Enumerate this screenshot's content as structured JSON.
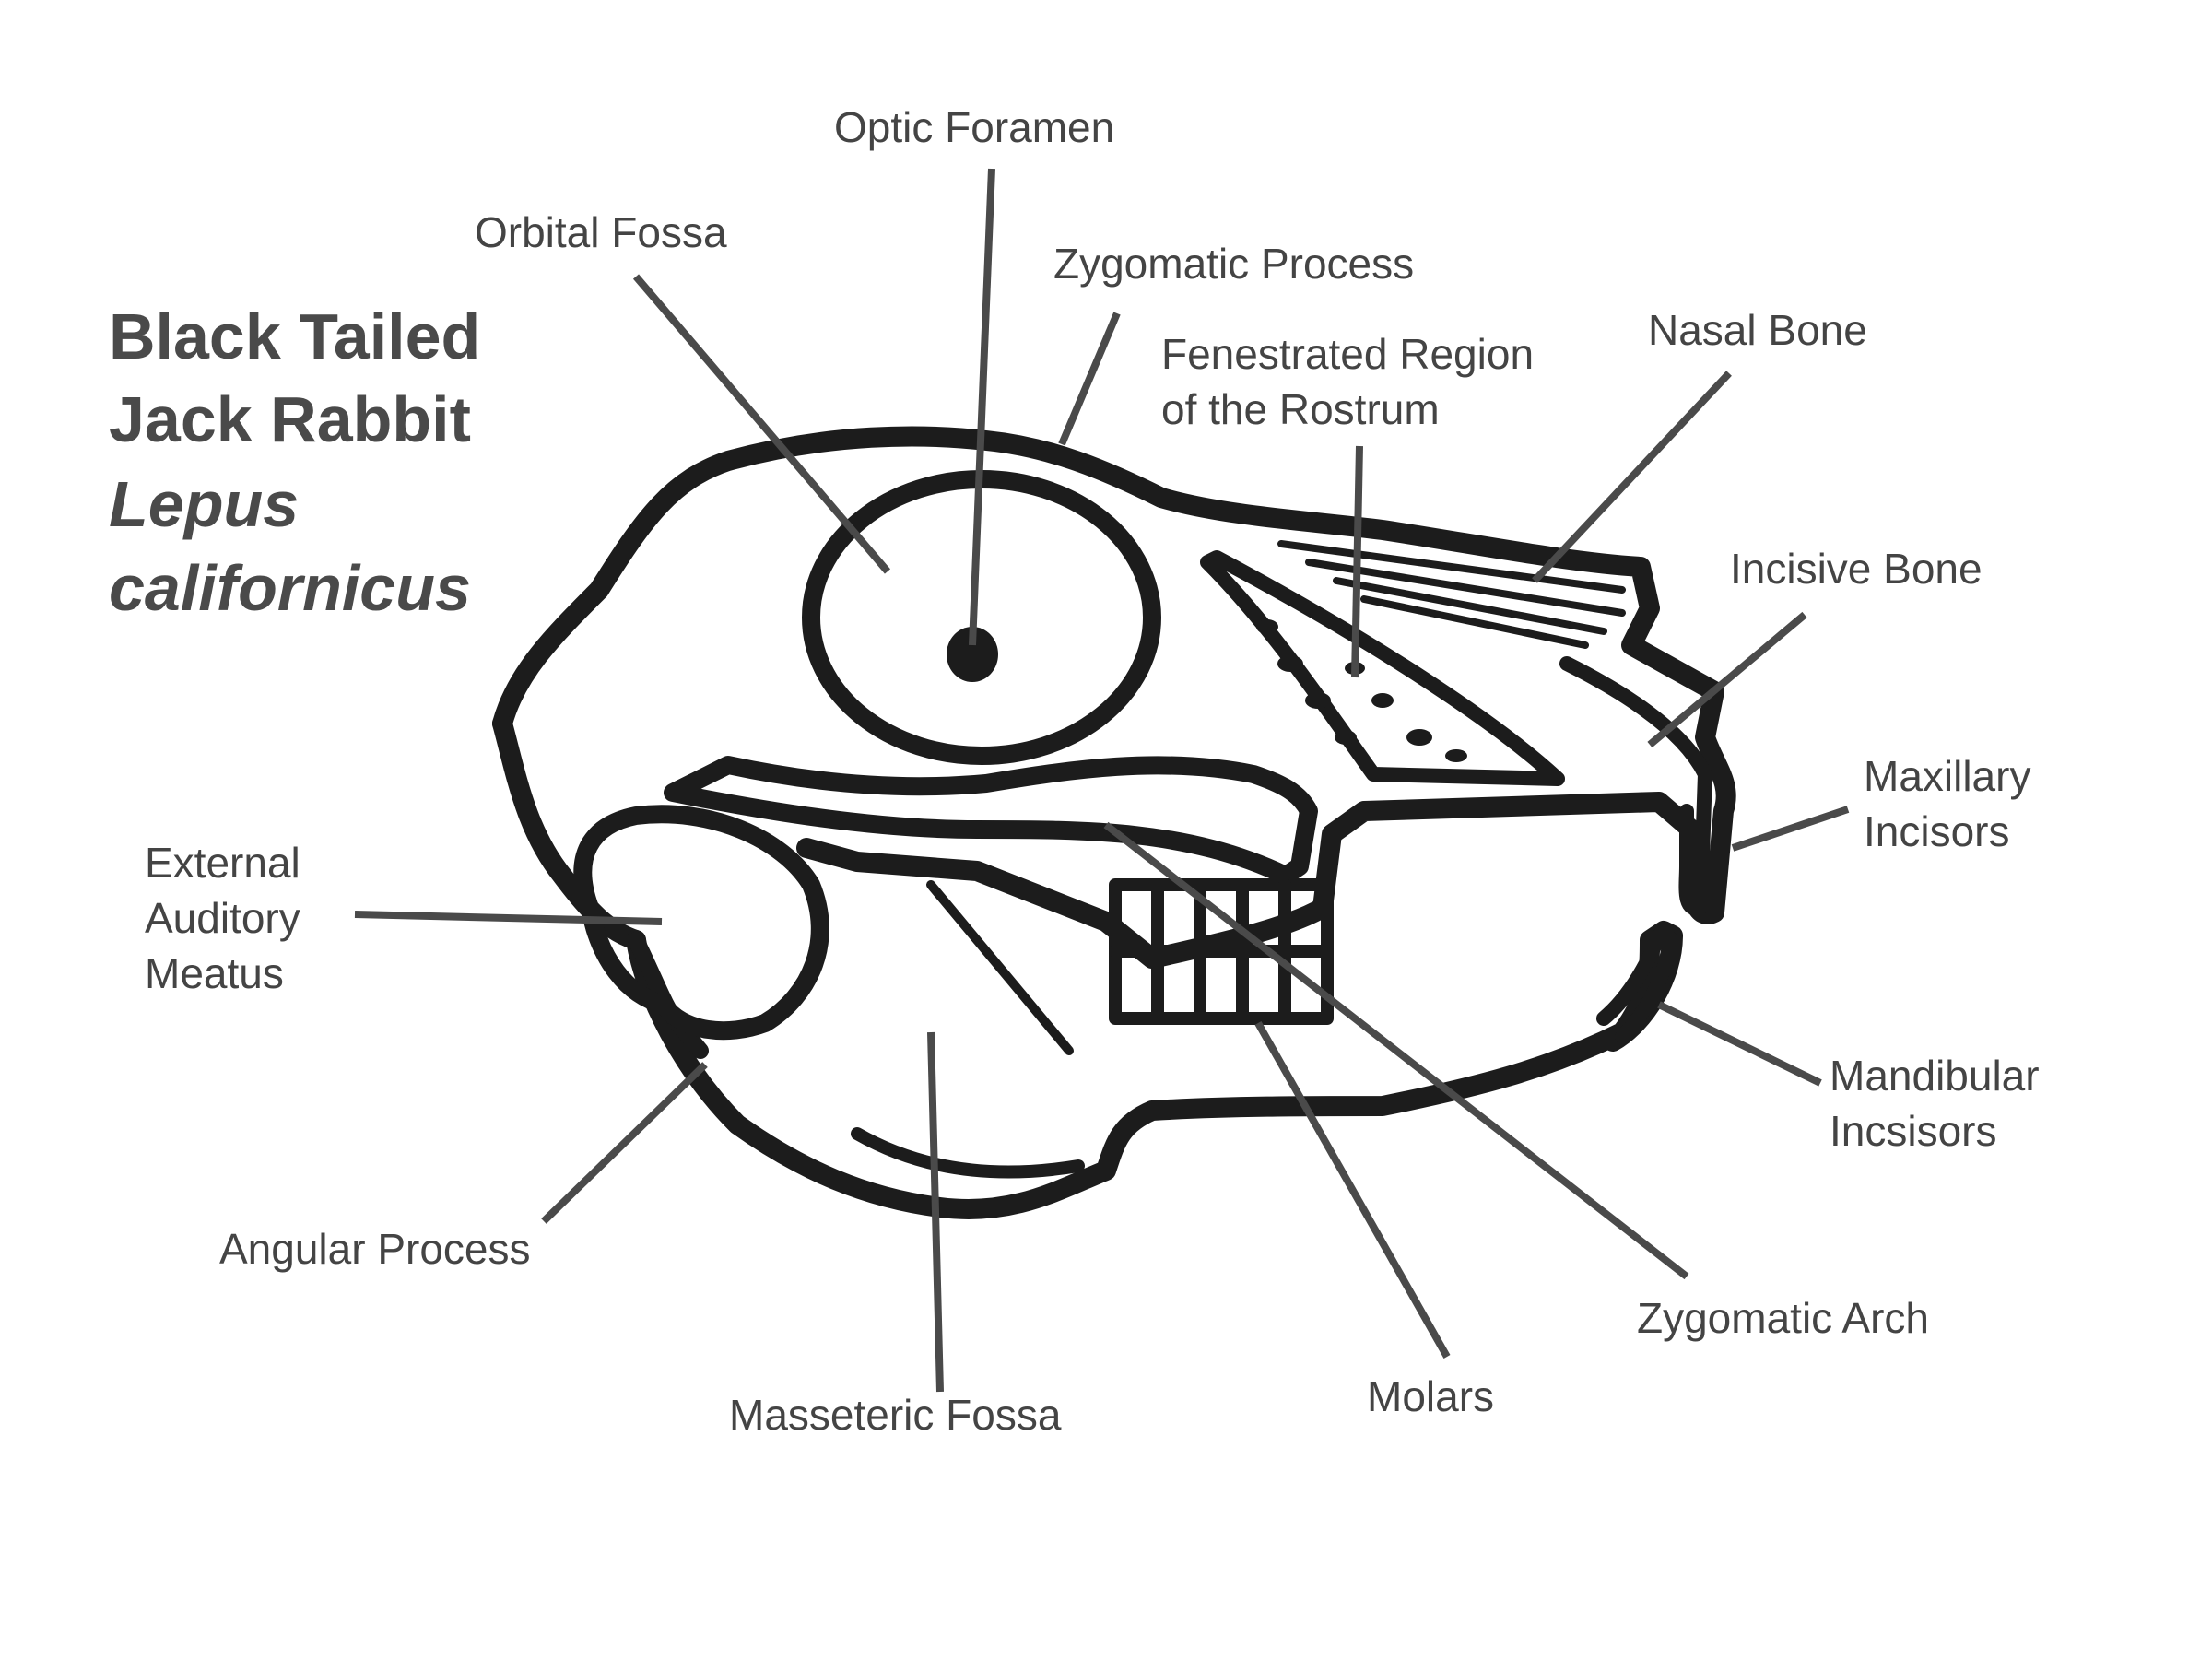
{
  "title": {
    "common_name_line1": "Black Tailed",
    "common_name_line2": "Jack Rabbit",
    "scientific_name_line1": "Lepus",
    "scientific_name_line2": "californicus"
  },
  "labels": {
    "optic_foramen": "Optic Foramen",
    "orbital_fossa": "Orbital Fossa",
    "zygomatic_process": "Zygomatic Process",
    "fenestrated_region_line1": "Fenestrated Region",
    "fenestrated_region_line2": "of the Rostrum",
    "nasal_bone": "Nasal Bone",
    "incisive_bone": "Incisive Bone",
    "maxillary_incisors_line1": "Maxillary",
    "maxillary_incisors_line2": "Incisors",
    "external_auditory_meatus_line1": "External",
    "external_auditory_meatus_line2": "Auditory",
    "external_auditory_meatus_line3": "Meatus",
    "mandibular_incisors_line1": "Mandibular",
    "mandibular_incisors_line2": "Incsisors",
    "angular_process": "Angular Process",
    "zygomatic_arch": "Zygomatic Arch",
    "molars": "Molars",
    "masseteric_fossa": "Masseteric Fossa"
  },
  "colors": {
    "outline": "#1c1c1c",
    "leader_line": "#4a4a4a",
    "text": "#444444",
    "title": "#4a4a4a"
  }
}
